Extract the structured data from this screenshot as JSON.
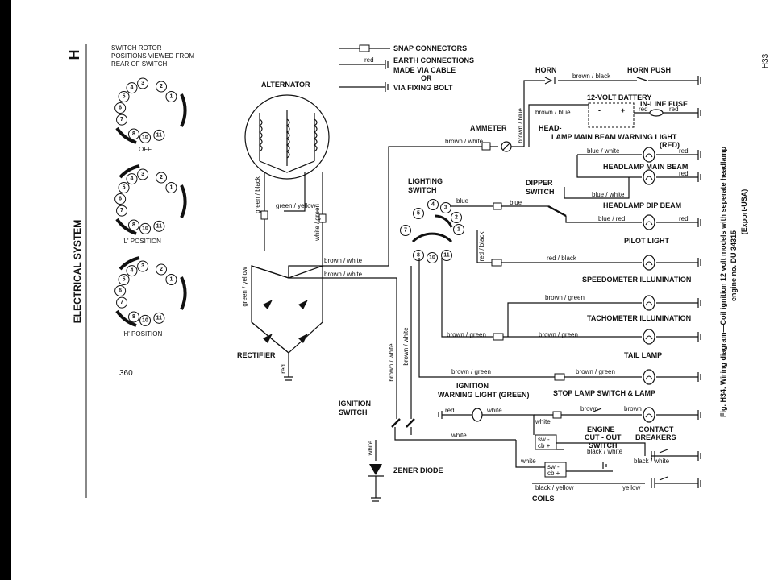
{
  "section_letter": "H",
  "section_title": "ELECTRICAL SYSTEM",
  "page_number": "360",
  "corner_ref": "H33",
  "switch_note": [
    "SWITCH ROTOR",
    "POSITIONS VIEWED FROM",
    "REAR OF SWITCH"
  ],
  "rotor_captions": [
    "OFF",
    "'L' POSITION",
    "'H' POSITION"
  ],
  "legend": {
    "snap": "SNAP CONNECTORS",
    "earth1": "EARTH CONNECTIONS",
    "earth2": "MADE VIA CABLE",
    "or": "OR",
    "earth3": "VIA FIXING BOLT",
    "red": "red"
  },
  "components": {
    "alternator": "ALTERNATOR",
    "rectifier": "RECTIFIER",
    "ignition_switch_1": "IGNITION",
    "ignition_switch_2": "SWITCH",
    "zener": "ZENER DIODE",
    "lighting_switch_1": "LIGHTING",
    "lighting_switch_2": "SWITCH",
    "ammeter": "AMMETER",
    "horn": "HORN",
    "horn_push": "HORN PUSH",
    "battery": "12-VOLT BATTERY",
    "fuse": "IN-LINE FUSE",
    "head_warn_1": "HEAD-",
    "head_warn_2": "LAMP MAIN BEAM WARNING LIGHT",
    "head_warn_3": "(RED)",
    "main_beam": "HEADLAMP MAIN BEAM",
    "dipper_1": "DIPPER",
    "dipper_2": "SWITCH",
    "dip_beam": "HEADLAMP DIP BEAM",
    "pilot": "PILOT LIGHT",
    "speedo": "SPEEDOMETER ILLUMINATION",
    "tacho": "TACHOMETER ILLUMINATION",
    "tail": "TAIL LAMP",
    "ign_warn_1": "IGNITION",
    "ign_warn_2": "WARNING LIGHT (GREEN)",
    "stop": "STOP LAMP SWITCH & LAMP",
    "cutout_1": "ENGINE",
    "cutout_2": "CUT - OUT",
    "cutout_3": "SWITCH",
    "contact_1": "CONTACT",
    "contact_2": "BREAKERS",
    "coils": "COILS"
  },
  "wires": {
    "green_black": "green / black",
    "green_yellow_a": "green / yellow",
    "white_green": "white / green",
    "green_yellow_b": "green / yellow",
    "brown_white_1": "brown / white",
    "brown_white_2": "brown / white",
    "brown_white_3": "brown / white",
    "brown_white_4": "brown / white",
    "brown_white_5": "brown / white",
    "brown_black": "brown / black",
    "brown_blue_1": "brown / blue",
    "brown_blue_2": "brown / blue",
    "red_1": "red",
    "red_2": "red",
    "red_3": "red",
    "red_4": "red",
    "red_5": "red",
    "red_6": "red",
    "red_7": "red",
    "blue_white_1": "blue / white",
    "blue_white_2": "blue / white",
    "blue_1": "blue",
    "blue_2": "blue",
    "blue_red": "blue / red",
    "red_black_1": "red / black",
    "red_black_2": "red / black",
    "brown_green_1": "brown / green",
    "brown_green_2": "brown / green",
    "brown_green_3": "brown / green",
    "brown_green_4": "brown / green",
    "brown_green_5": "brown / green",
    "brown_1": "brown",
    "brown_2": "brown",
    "white_1": "white",
    "white_2": "white",
    "white_3": "white",
    "white_4": "white",
    "white_5": "white",
    "black_white_1": "black / white",
    "black_white_2": "black / white",
    "black_yellow": "black / yellow",
    "yellow": "yellow",
    "sw_cb_1": "sw -",
    "sw_cb_2": "cb +"
  },
  "caption": [
    "Fig. H34. Wiring diagram—Coil ignition 12 volt models with seperate headlamp",
    "engine no. DU 34315",
    "(Export-USA)"
  ]
}
